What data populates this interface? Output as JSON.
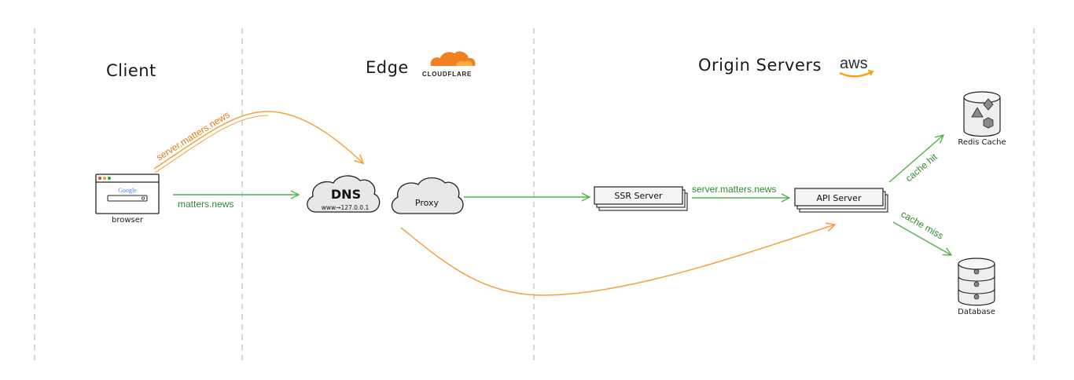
{
  "zones": [
    {
      "title": "Client"
    },
    {
      "title": "Edge",
      "logo": "CLOUDFLARE"
    },
    {
      "title": "Origin Servers",
      "logo": "aws"
    }
  ],
  "nodes": {
    "browser": {
      "label": "browser",
      "search_logo": "Google"
    },
    "dns": {
      "title": "DNS",
      "mapping": "www→127.0.0.1"
    },
    "proxy": {
      "label": "Proxy"
    },
    "ssr": {
      "label": "SSR Server"
    },
    "api": {
      "label": "API Server"
    },
    "redis": {
      "label": "Redis Cache"
    },
    "database": {
      "label": "Database"
    }
  },
  "edges": {
    "browser_to_dns": "matters.news",
    "browser_to_dns_orange": "server.matters.news",
    "ssr_to_api": "server.matters.news",
    "api_to_redis": "cache hit",
    "api_to_database": "cache miss"
  },
  "colors": {
    "green": "#53b04f",
    "orange": "#f2a341",
    "cloudflare": "#f38020",
    "aws_smile": "#ff9900"
  }
}
